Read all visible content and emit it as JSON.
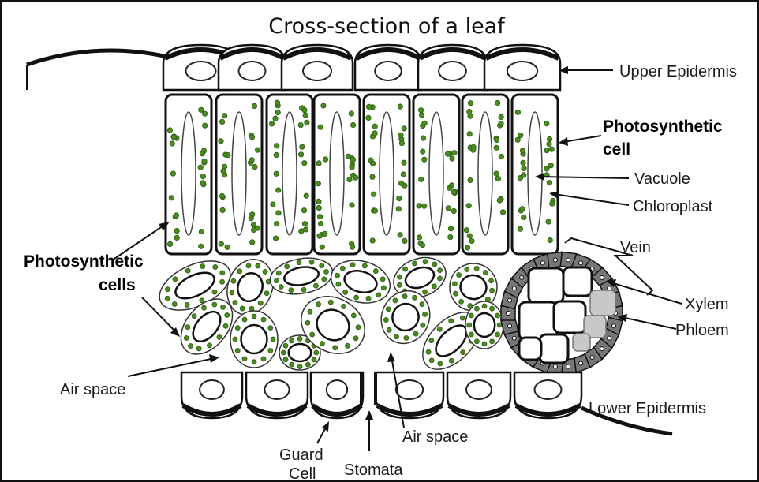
{
  "title": "Cross-section of a leaf",
  "labels": {
    "upper_epidermis": "Upper Epidermis",
    "photosynthetic_cell_line1": "Photosynthetic",
    "photosynthetic_cell_line2": "cell",
    "vacuole": "Vacuole",
    "chloroplast": "Chloroplast",
    "vein": "Vein",
    "xylem": "Xylem",
    "phloem": "Phloem",
    "photosynthetic_cells_line1": "Photosynthetic",
    "photosynthetic_cells_line2": "cells",
    "air_space_left": "Air space",
    "lower_epidermis": "Lower Epidermis",
    "guard_cell_line1": "Guard",
    "guard_cell_line2": "Cell",
    "stomata": "Stomata",
    "air_space_bottom": "Air space"
  },
  "colors": {
    "chloroplast": "#4a8c1f",
    "phloem": "#c8c8c8",
    "vein_sheath": "#777777",
    "outline": "#111111"
  }
}
